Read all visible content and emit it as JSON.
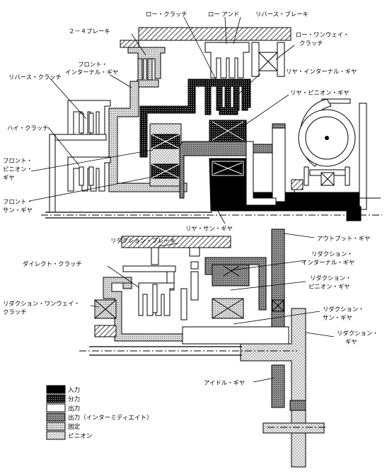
{
  "labels": {
    "low_clutch": "ロー・クラッチ",
    "low_and": "ロー アンド",
    "reverse_brake": "リバース・ブレーキ",
    "brake_24": "２－４ブレーキ",
    "low_oneway_1": "ロー・ワンウェイ・",
    "low_oneway_2": "クラッチ",
    "front_internal_1": "フロント・",
    "front_internal_2": "インターナル・ギヤ",
    "rear_internal": "リヤ・インターナル・ギヤ",
    "reverse_clutch": "リバース・クラッチ",
    "rear_pinion": "リヤ・ピニオン・ギヤ",
    "high_clutch": "ハイ・クラッチ",
    "front_pinion_1": "フロント・",
    "front_pinion_2": "ピニオン・",
    "front_pinion_3": "ギヤ",
    "front_sun_1": "フロント・",
    "front_sun_2": "サン・ギヤ",
    "rear_sun": "リヤ・サン・ギヤ",
    "reduction_brake": "リダクション・ブレーキ",
    "output_gear": "アウトプット・ギヤ",
    "direct_clutch": "ダイレクト・クラッチ",
    "red_internal_1": "リダクション・",
    "red_internal_2": "インターナル・ギヤ",
    "red_pinion_1": "リダクション・",
    "red_pinion_2": "ピニオン・ギヤ",
    "red_oneway": "リダクション・ワンウェイ・",
    "red_oneway_2": "クラッチ",
    "red_sun_1": "リダクション・",
    "red_sun_2": "サン・ギヤ",
    "red_gear_1": "リダクション・",
    "red_gear_2": "ギヤ",
    "idler_gear": "アイドル・ギヤ"
  },
  "legend": [
    {
      "label": "入力",
      "pattern": "input"
    },
    {
      "label": "分力",
      "pattern": "split"
    },
    {
      "label": "出力",
      "pattern": "output"
    },
    {
      "label": "出力（インターミディエイト）",
      "pattern": "intermediate"
    },
    {
      "label": "固定",
      "pattern": "fixed"
    },
    {
      "label": "ピニオン",
      "pattern": "pinion"
    }
  ],
  "colors": {
    "input": "#000000",
    "split": "#3a3a3a",
    "output": "#ffffff",
    "intermediate": "#9a9a9a",
    "fixed": "#d9d9d9",
    "pinion": "#e6e6e6"
  }
}
